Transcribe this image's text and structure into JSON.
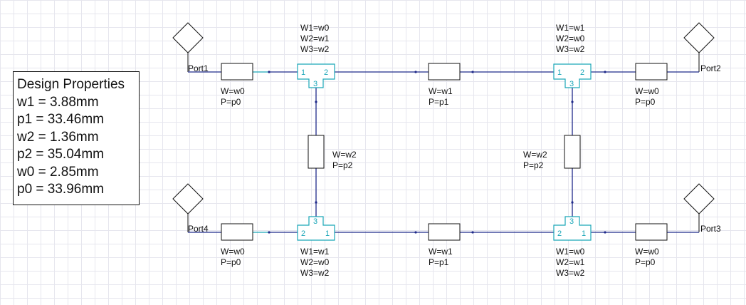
{
  "colors": {
    "wire": "#1f2a8a",
    "tee": "#1aa6b8",
    "wire_tee": "#1aa6b8",
    "grid": "#e6e6ee"
  },
  "design_properties": {
    "title": "Design Properties",
    "lines": [
      "w1 = 3.88mm",
      "p1 = 33.46mm",
      "w2 = 1.36mm",
      "p2 = 35.04mm",
      "w0 = 2.85mm",
      "p0 = 33.96mm"
    ]
  },
  "ports": [
    {
      "id": "port1",
      "label": "Port1"
    },
    {
      "id": "port2",
      "label": "Port2"
    },
    {
      "id": "port3",
      "label": "Port3"
    },
    {
      "id": "port4",
      "label": "Port4"
    }
  ],
  "tees": [
    {
      "id": "tee-top-left",
      "lines": [
        "W1=w0",
        "W2=w1",
        "W3=w2"
      ],
      "pins": [
        "1",
        "2",
        "3"
      ]
    },
    {
      "id": "tee-top-right",
      "lines": [
        "W1=w1",
        "W2=w0",
        "W3=w2"
      ],
      "pins": [
        "1",
        "2",
        "3"
      ]
    },
    {
      "id": "tee-bottom-left",
      "lines": [
        "W1=w1",
        "W2=w0",
        "W3=w2"
      ],
      "pins": [
        "2",
        "1",
        "3"
      ]
    },
    {
      "id": "tee-bottom-right",
      "lines": [
        "W1=w0",
        "W2=w1",
        "W3=w2"
      ],
      "pins": [
        "2",
        "1",
        "3"
      ]
    }
  ],
  "lines": [
    {
      "id": "line-top-left-feed",
      "w": "W=w0",
      "p": "P=p0"
    },
    {
      "id": "line-top-mid",
      "w": "W=w1",
      "p": "P=p1"
    },
    {
      "id": "line-top-right-feed",
      "w": "W=w0",
      "p": "P=p0"
    },
    {
      "id": "line-left-vertical",
      "w": "W=w2",
      "p": "P=p2"
    },
    {
      "id": "line-right-vertical",
      "w": "W=w2",
      "p": "P=p2"
    },
    {
      "id": "line-bottom-left-feed",
      "w": "W=w0",
      "p": "P=p0"
    },
    {
      "id": "line-bottom-mid",
      "w": "W=w1",
      "p": "P=p1"
    },
    {
      "id": "line-bottom-right-feed",
      "w": "W=w0",
      "p": "P=p0"
    }
  ]
}
